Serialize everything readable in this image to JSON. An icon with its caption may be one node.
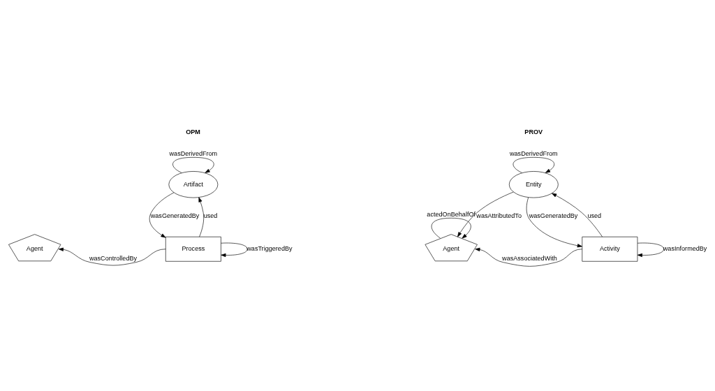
{
  "diagram": {
    "nodes": [
      {
        "text": [
          "Artifact"
        ]
      },
      {
        "text": [
          "Agent"
        ]
      },
      {
        "text": [
          "Process"
        ]
      },
      {
        "text": [
          "Entity"
        ]
      },
      {
        "text": [
          "Agent"
        ]
      },
      {
        "text": [
          "Activity"
        ]
      }
    ],
    "edges": [
      {
        "from": 0,
        "to": 0,
        "arrow": "to",
        "label": "wasDerivedFrom"
      },
      {
        "from": 0,
        "to": 2,
        "arrow": "to",
        "label": "wasGeneratedBy"
      },
      {
        "from": 2,
        "to": 0,
        "arrow": "to",
        "label": "used"
      },
      {
        "from": 2,
        "to": 1,
        "arrow": "to",
        "label": "wasControlledBy"
      },
      {
        "from": 2,
        "to": 2,
        "arrow": "to",
        "label": "wasTriggeredBy"
      },
      {
        "from": 3,
        "to": 3,
        "arrow": "to",
        "label": "wasDerivedFrom"
      },
      {
        "from": 4,
        "to": 4,
        "arrow": "to",
        "label": "actedOnBehalfOf"
      },
      {
        "from": 3,
        "to": 4,
        "arrow": "to",
        "label": "wasAttributedTo"
      },
      {
        "from": 3,
        "to": 5,
        "arrow": "to",
        "label": "wasGeneratedBy"
      },
      {
        "from": 5,
        "to": 3,
        "arrow": "to",
        "label": "used"
      },
      {
        "from": 5,
        "to": 4,
        "arrow": "to",
        "label": "wasAssociatedWith"
      },
      {
        "from": 5,
        "to": 5,
        "arrow": "to",
        "label": "wasInformedBy"
      }
    ],
    "labels": [
      "OPM",
      "PROV"
    ]
  }
}
